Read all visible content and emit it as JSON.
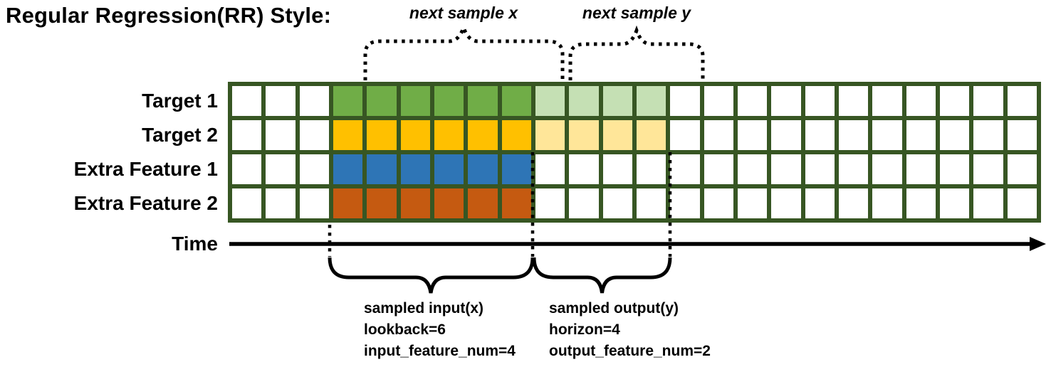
{
  "title": "Regular Regression(RR) Style:",
  "cell_colors": {
    "w": "#ffffff",
    "g": "#70ad47",
    "lg": "#c5e0b4",
    "y": "#ffc000",
    "ly": "#ffe699",
    "b": "#2e75b6",
    "o": "#c55a11"
  },
  "grid_border_color": "#375623",
  "grid": {
    "columns": 24,
    "rows": [
      {
        "label": "Target 1",
        "cells": [
          "w",
          "w",
          "w",
          "g",
          "g",
          "g",
          "g",
          "g",
          "g",
          "lg",
          "lg",
          "lg",
          "lg",
          "w",
          "w",
          "w",
          "w",
          "w",
          "w",
          "w",
          "w",
          "w",
          "w",
          "w"
        ]
      },
      {
        "label": "Target 2",
        "cells": [
          "w",
          "w",
          "w",
          "y",
          "y",
          "y",
          "y",
          "y",
          "y",
          "ly",
          "ly",
          "ly",
          "ly",
          "w",
          "w",
          "w",
          "w",
          "w",
          "w",
          "w",
          "w",
          "w",
          "w",
          "w"
        ]
      },
      {
        "label": "Extra Feature 1",
        "cells": [
          "w",
          "w",
          "w",
          "b",
          "b",
          "b",
          "b",
          "b",
          "b",
          "w",
          "w",
          "w",
          "w",
          "w",
          "w",
          "w",
          "w",
          "w",
          "w",
          "w",
          "w",
          "w",
          "w",
          "w"
        ]
      },
      {
        "label": "Extra Feature 2",
        "cells": [
          "w",
          "w",
          "w",
          "o",
          "o",
          "o",
          "o",
          "o",
          "o",
          "w",
          "w",
          "w",
          "w",
          "w",
          "w",
          "w",
          "w",
          "w",
          "w",
          "w",
          "w",
          "w",
          "w",
          "w"
        ]
      }
    ]
  },
  "annotations": {
    "next_sample_x": "next sample x",
    "next_sample_y": "next sample y",
    "time": "Time",
    "input_lines": [
      "sampled input(x)",
      "lookback=6",
      "input_feature_num=4"
    ],
    "output_lines": [
      "sampled output(y)",
      "horizon=4",
      "output_feature_num=2"
    ]
  }
}
